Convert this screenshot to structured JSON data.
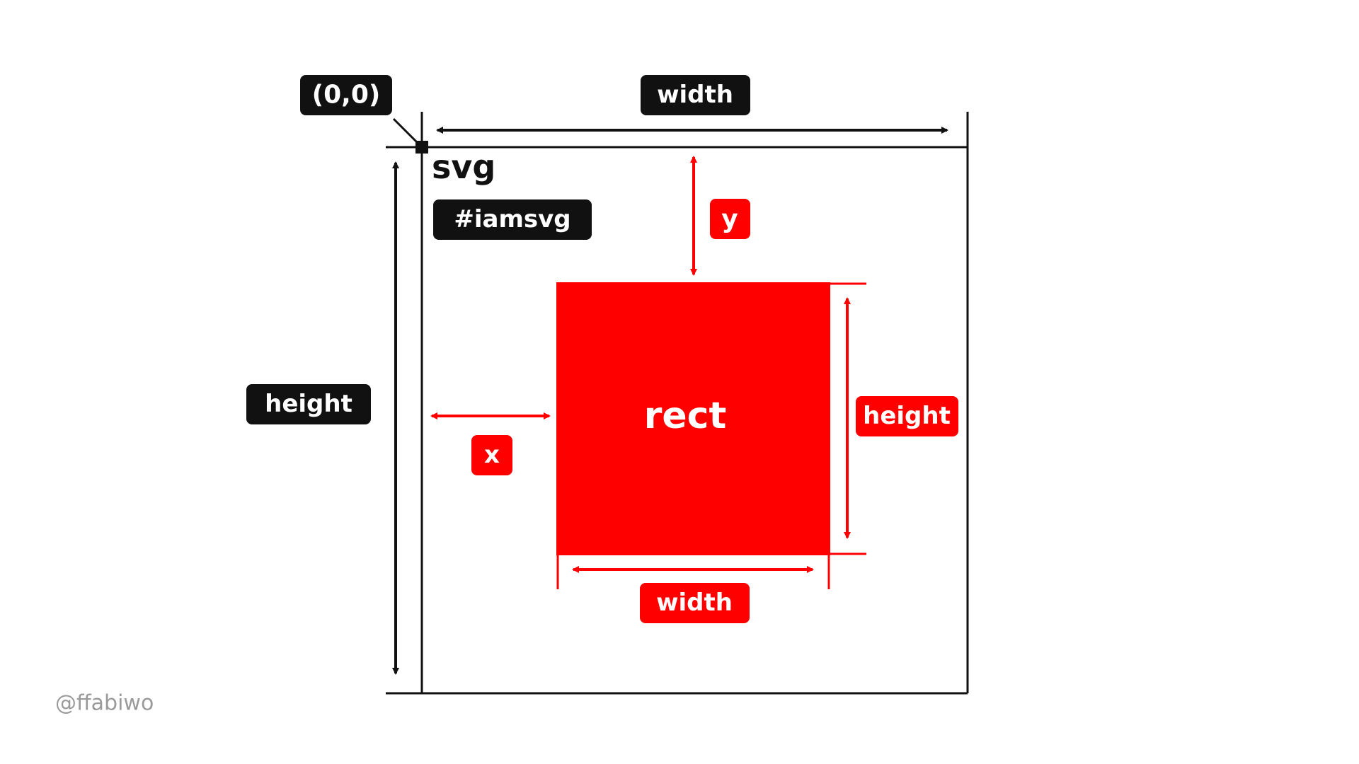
{
  "colors": {
    "black": "#111111",
    "red": "#ff0000",
    "white": "#ffffff",
    "watermark": "#9a9a9a"
  },
  "labels": {
    "origin": "(0,0)",
    "svg_width": "width",
    "svg_height": "height",
    "svg_element": "svg",
    "svg_id": "#iamsvg",
    "rect_y": "y",
    "rect_x": "x",
    "rect_element": "rect",
    "rect_height": "height",
    "rect_width": "width"
  },
  "watermark": "@ffabiwo"
}
